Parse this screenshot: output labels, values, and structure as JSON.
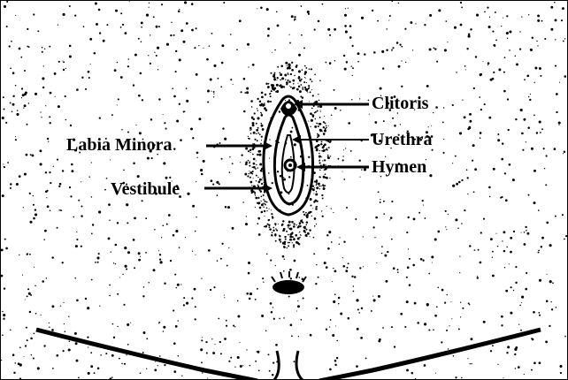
{
  "labels": {
    "clitoris": "Clitoris",
    "urethra": "Urethra",
    "hymen": "Hymen",
    "labia_minora": "Labia Minora",
    "vestibule": "Vestibule"
  },
  "colors": {
    "ink": "#000000",
    "background": "#ffffff"
  }
}
